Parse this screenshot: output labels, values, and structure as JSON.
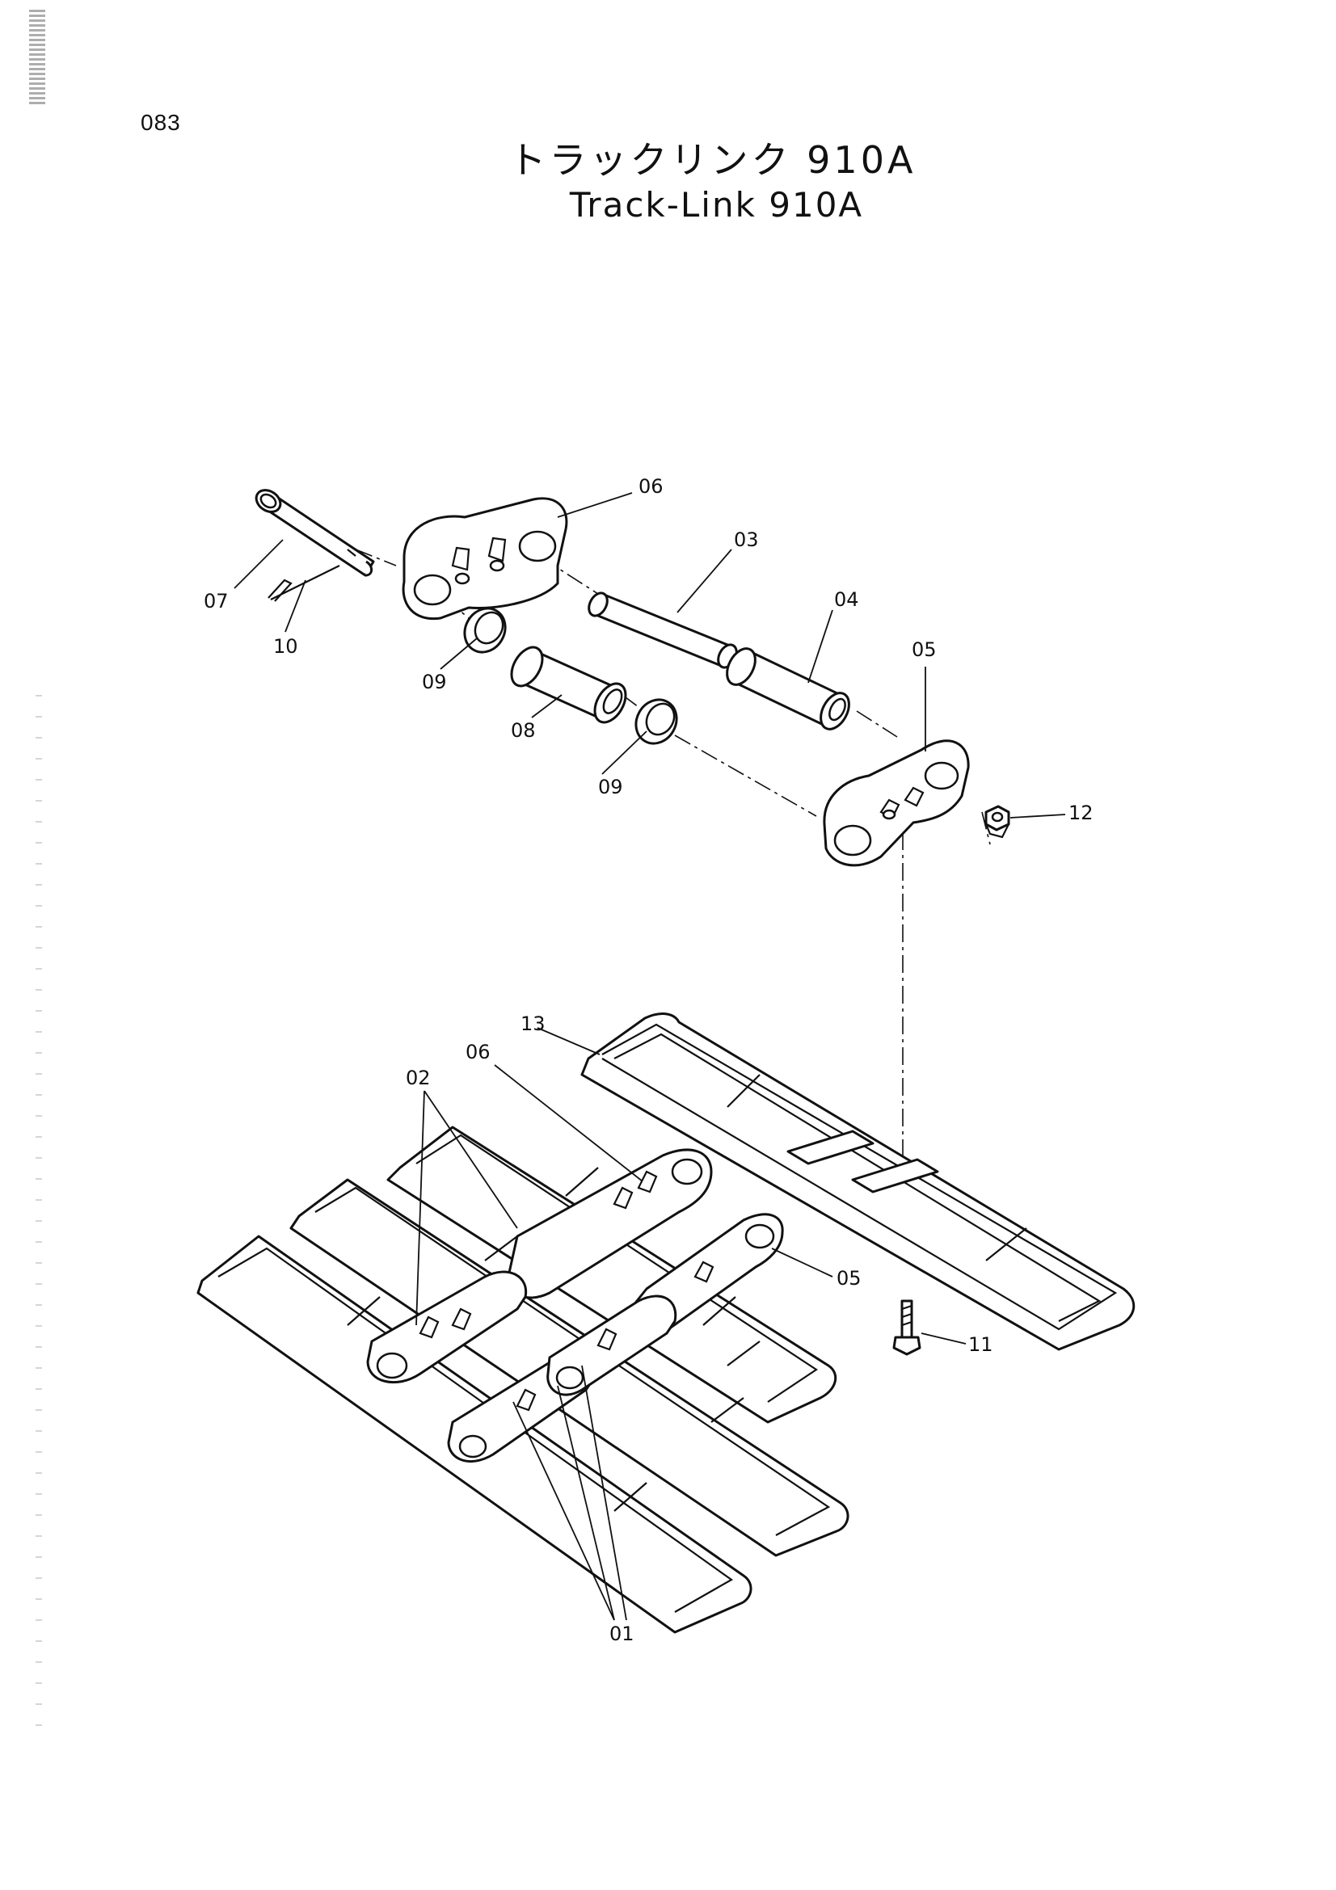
{
  "page_number": "083",
  "title": {
    "japanese": "トラックリンク 910A",
    "english": "Track-Link 910A"
  },
  "callouts": {
    "c01": "01",
    "c02": "02",
    "c03": "03",
    "c04": "04",
    "c05_top": "05",
    "c05_bottom": "05",
    "c06_top": "06",
    "c06_bottom": "06",
    "c07": "07",
    "c08": "08",
    "c09_left": "09",
    "c09_right": "09",
    "c10": "10",
    "c11": "11",
    "c12": "12",
    "c13": "13"
  }
}
